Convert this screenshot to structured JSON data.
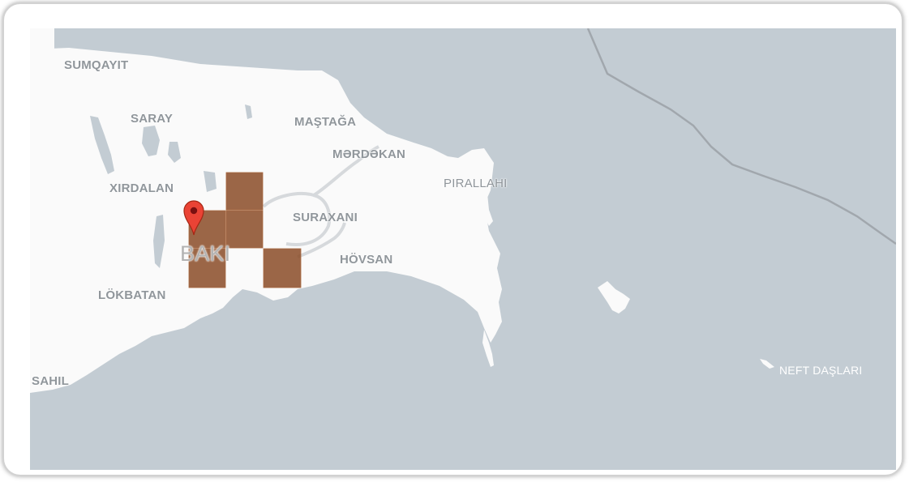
{
  "map": {
    "colors": {
      "sea": "#c3ccd3",
      "land": "#fafafa",
      "road": "#d6d9dc",
      "boundary": "#a1a7ad",
      "heat_cell": "#8a4b27",
      "marker": "#ea4335"
    },
    "place_labels": [
      {
        "id": "sumqayit",
        "text": "SUMQAYIT"
      },
      {
        "id": "saray",
        "text": "SARAY"
      },
      {
        "id": "mastaga",
        "text": "MAŞTAĞA"
      },
      {
        "id": "mardakan",
        "text": "MƏRDƏKAN"
      },
      {
        "id": "pirallahi",
        "text": "PIRALLAHI"
      },
      {
        "id": "xirdalan",
        "text": "XIRDALAN"
      },
      {
        "id": "suraxani",
        "text": "SURAXANI"
      },
      {
        "id": "baki",
        "text": "BAKI"
      },
      {
        "id": "hovsan",
        "text": "HÖVSAN"
      },
      {
        "id": "lokbatan",
        "text": "LÖKBATAN"
      },
      {
        "id": "sahil",
        "text": "SAHIL"
      },
      {
        "id": "neft_daslari",
        "text": "NEFT DAŞLARI"
      }
    ],
    "marker_icon": "map-pin-icon"
  }
}
